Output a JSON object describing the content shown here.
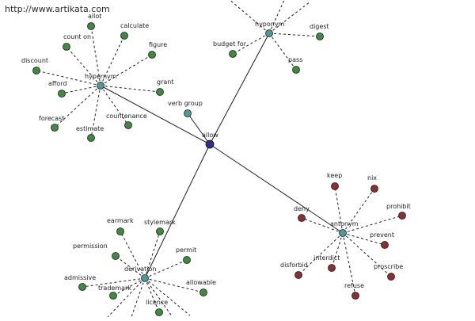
{
  "watermark": "http://www.artikata.com",
  "colors": {
    "center": "#2f2f8a",
    "hub": "#4e9a9a",
    "green": "#3f8a3f",
    "red": "#8b2f2f",
    "line": "#1c1c1c"
  },
  "center": {
    "label": "allow"
  },
  "groups": [
    {
      "id": "hypernym",
      "label": "hypernym",
      "color": "green",
      "leaves": [
        "allot",
        "calculate",
        "count on",
        "figure",
        "discount",
        "afford",
        "grant",
        "forecast",
        "estimate",
        "countenance"
      ]
    },
    {
      "id": "hyponym",
      "label": "hyponym",
      "color": "green",
      "leaves": [
        "budget for",
        "digest",
        "pass"
      ]
    },
    {
      "id": "verb-group",
      "label": "verb group",
      "color": "green",
      "leaves": []
    },
    {
      "id": "antonym",
      "label": "antonym",
      "color": "red",
      "leaves": [
        "keep",
        "nix",
        "prohibit",
        "deny",
        "prevent",
        "disforbid",
        "interdict",
        "proscribe",
        "refuse"
      ]
    },
    {
      "id": "derivation",
      "label": "derivation",
      "color": "green",
      "leaves": [
        "earmark",
        "stylemark",
        "permission",
        "permit",
        "admissive",
        "allowable",
        "trademark",
        "licence"
      ]
    }
  ]
}
